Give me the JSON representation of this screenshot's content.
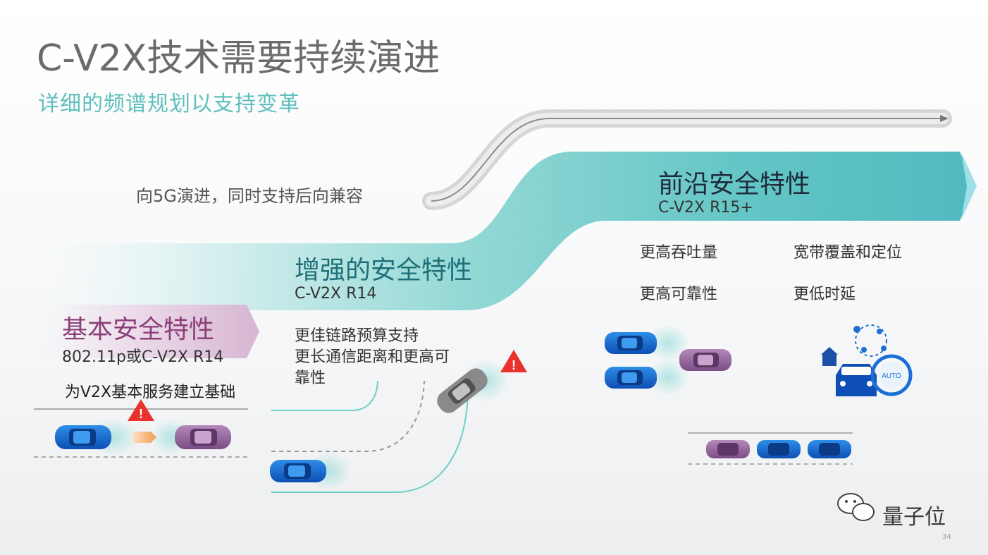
{
  "title": "C-V2X技术需要持续演进",
  "subtitle": "详细的频谱规划以支持变革",
  "compat_note": "向5G演进，同时支持后向兼容",
  "stages": [
    {
      "title": "基本安全特性",
      "subtitle": "802.11p或C-V2X R14",
      "description": [
        "为V2X基本服务建立基础"
      ]
    },
    {
      "title": "增强的安全特性",
      "subtitle": "C-V2X R14",
      "description": [
        "更佳链路预算支持",
        "更长通信距离和更高可",
        "靠性"
      ]
    },
    {
      "title": "前沿安全特性",
      "subtitle": "C-V2X R15+",
      "features": [
        "更高吞吐量",
        "宽带覆盖和定位",
        "更高可靠性",
        "更低时延"
      ]
    }
  ],
  "icons": [
    "warning-icon",
    "car-icon",
    "wechat-icon",
    "home-icon",
    "steering-wheel-icon"
  ],
  "steering_label": "AUTO",
  "brand": "量子位",
  "page_number": "34",
  "colors": {
    "teal": "#5ec6c4",
    "purple": "#8b3f7a",
    "blue": "#1b6fd6",
    "warning": "#e8322b",
    "gray_arrow": "#bdbdbd"
  }
}
